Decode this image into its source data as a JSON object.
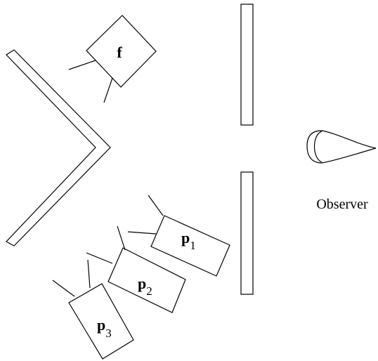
{
  "labels": {
    "f": "f",
    "p1_main": "p",
    "p1_sub": "1",
    "p2_main": "p",
    "p2_sub": "2",
    "p3_main": "p",
    "p3_sub": "3",
    "observer": "Observer"
  },
  "colors": {
    "stroke": "#000000",
    "background": "#ffffff"
  },
  "icons": {
    "observer": "eye-icon"
  }
}
